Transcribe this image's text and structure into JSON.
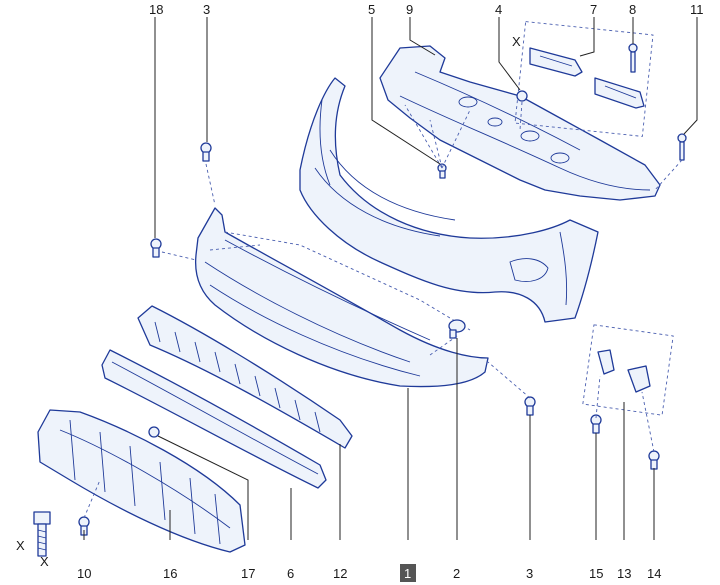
{
  "diagram": {
    "callouts": [
      {
        "id": "c18",
        "text": "18"
      },
      {
        "id": "c3a",
        "text": "3"
      },
      {
        "id": "c5",
        "text": "5"
      },
      {
        "id": "c9",
        "text": "9"
      },
      {
        "id": "c4",
        "text": "4"
      },
      {
        "id": "c7",
        "text": "7"
      },
      {
        "id": "c8",
        "text": "8"
      },
      {
        "id": "c11",
        "text": "11"
      },
      {
        "id": "c10",
        "text": "10"
      },
      {
        "id": "c16",
        "text": "16"
      },
      {
        "id": "c17",
        "text": "17"
      },
      {
        "id": "c6",
        "text": "6"
      },
      {
        "id": "c12",
        "text": "12"
      },
      {
        "id": "c1",
        "text": "1"
      },
      {
        "id": "c2",
        "text": "2"
      },
      {
        "id": "c3b",
        "text": "3"
      },
      {
        "id": "c15",
        "text": "15"
      },
      {
        "id": "c13",
        "text": "13"
      },
      {
        "id": "c14",
        "text": "14"
      }
    ],
    "axis_marks": [
      {
        "id": "x1",
        "text": "X"
      },
      {
        "id": "x2",
        "text": "X"
      },
      {
        "id": "x3",
        "text": "X"
      }
    ],
    "colors": {
      "line": "#1f3a99",
      "fill": "#eef3fb",
      "highlight": "#555555"
    }
  }
}
